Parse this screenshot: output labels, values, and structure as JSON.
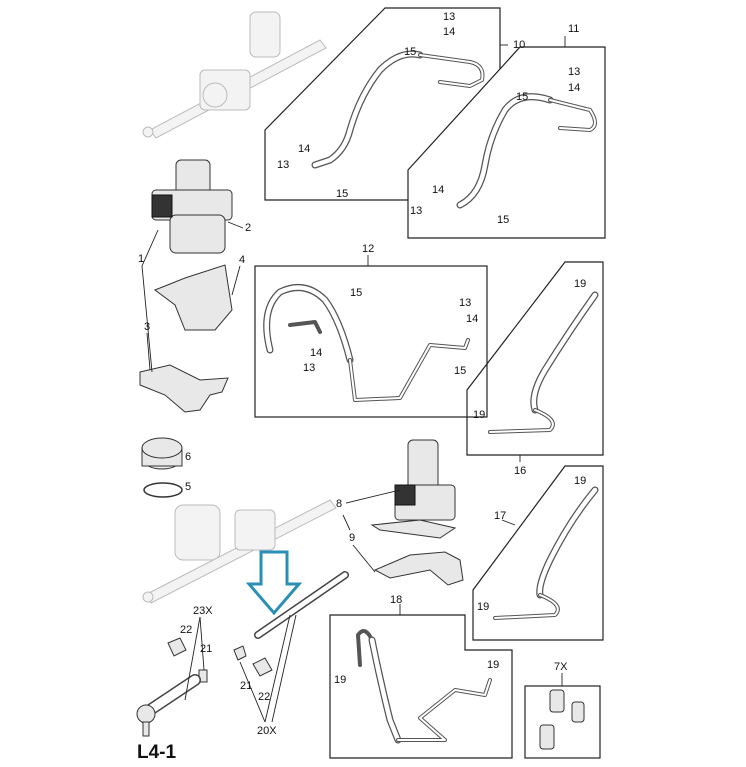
{
  "diagram": {
    "title": "L4-1",
    "callouts": [
      "10",
      "11",
      "13",
      "14",
      "15",
      "13",
      "14",
      "15",
      "14",
      "13",
      "15",
      "14",
      "13",
      "15",
      "12",
      "15",
      "13",
      "14",
      "14",
      "13",
      "15",
      "19",
      "19",
      "16",
      "17",
      "19",
      "19",
      "1",
      "2",
      "3",
      "4",
      "6",
      "5",
      "8",
      "9",
      "18",
      "19",
      "19",
      "7X",
      "23X",
      "22",
      "21",
      "21",
      "22",
      "20X"
    ],
    "highlight_color": "#2a8fb5"
  }
}
